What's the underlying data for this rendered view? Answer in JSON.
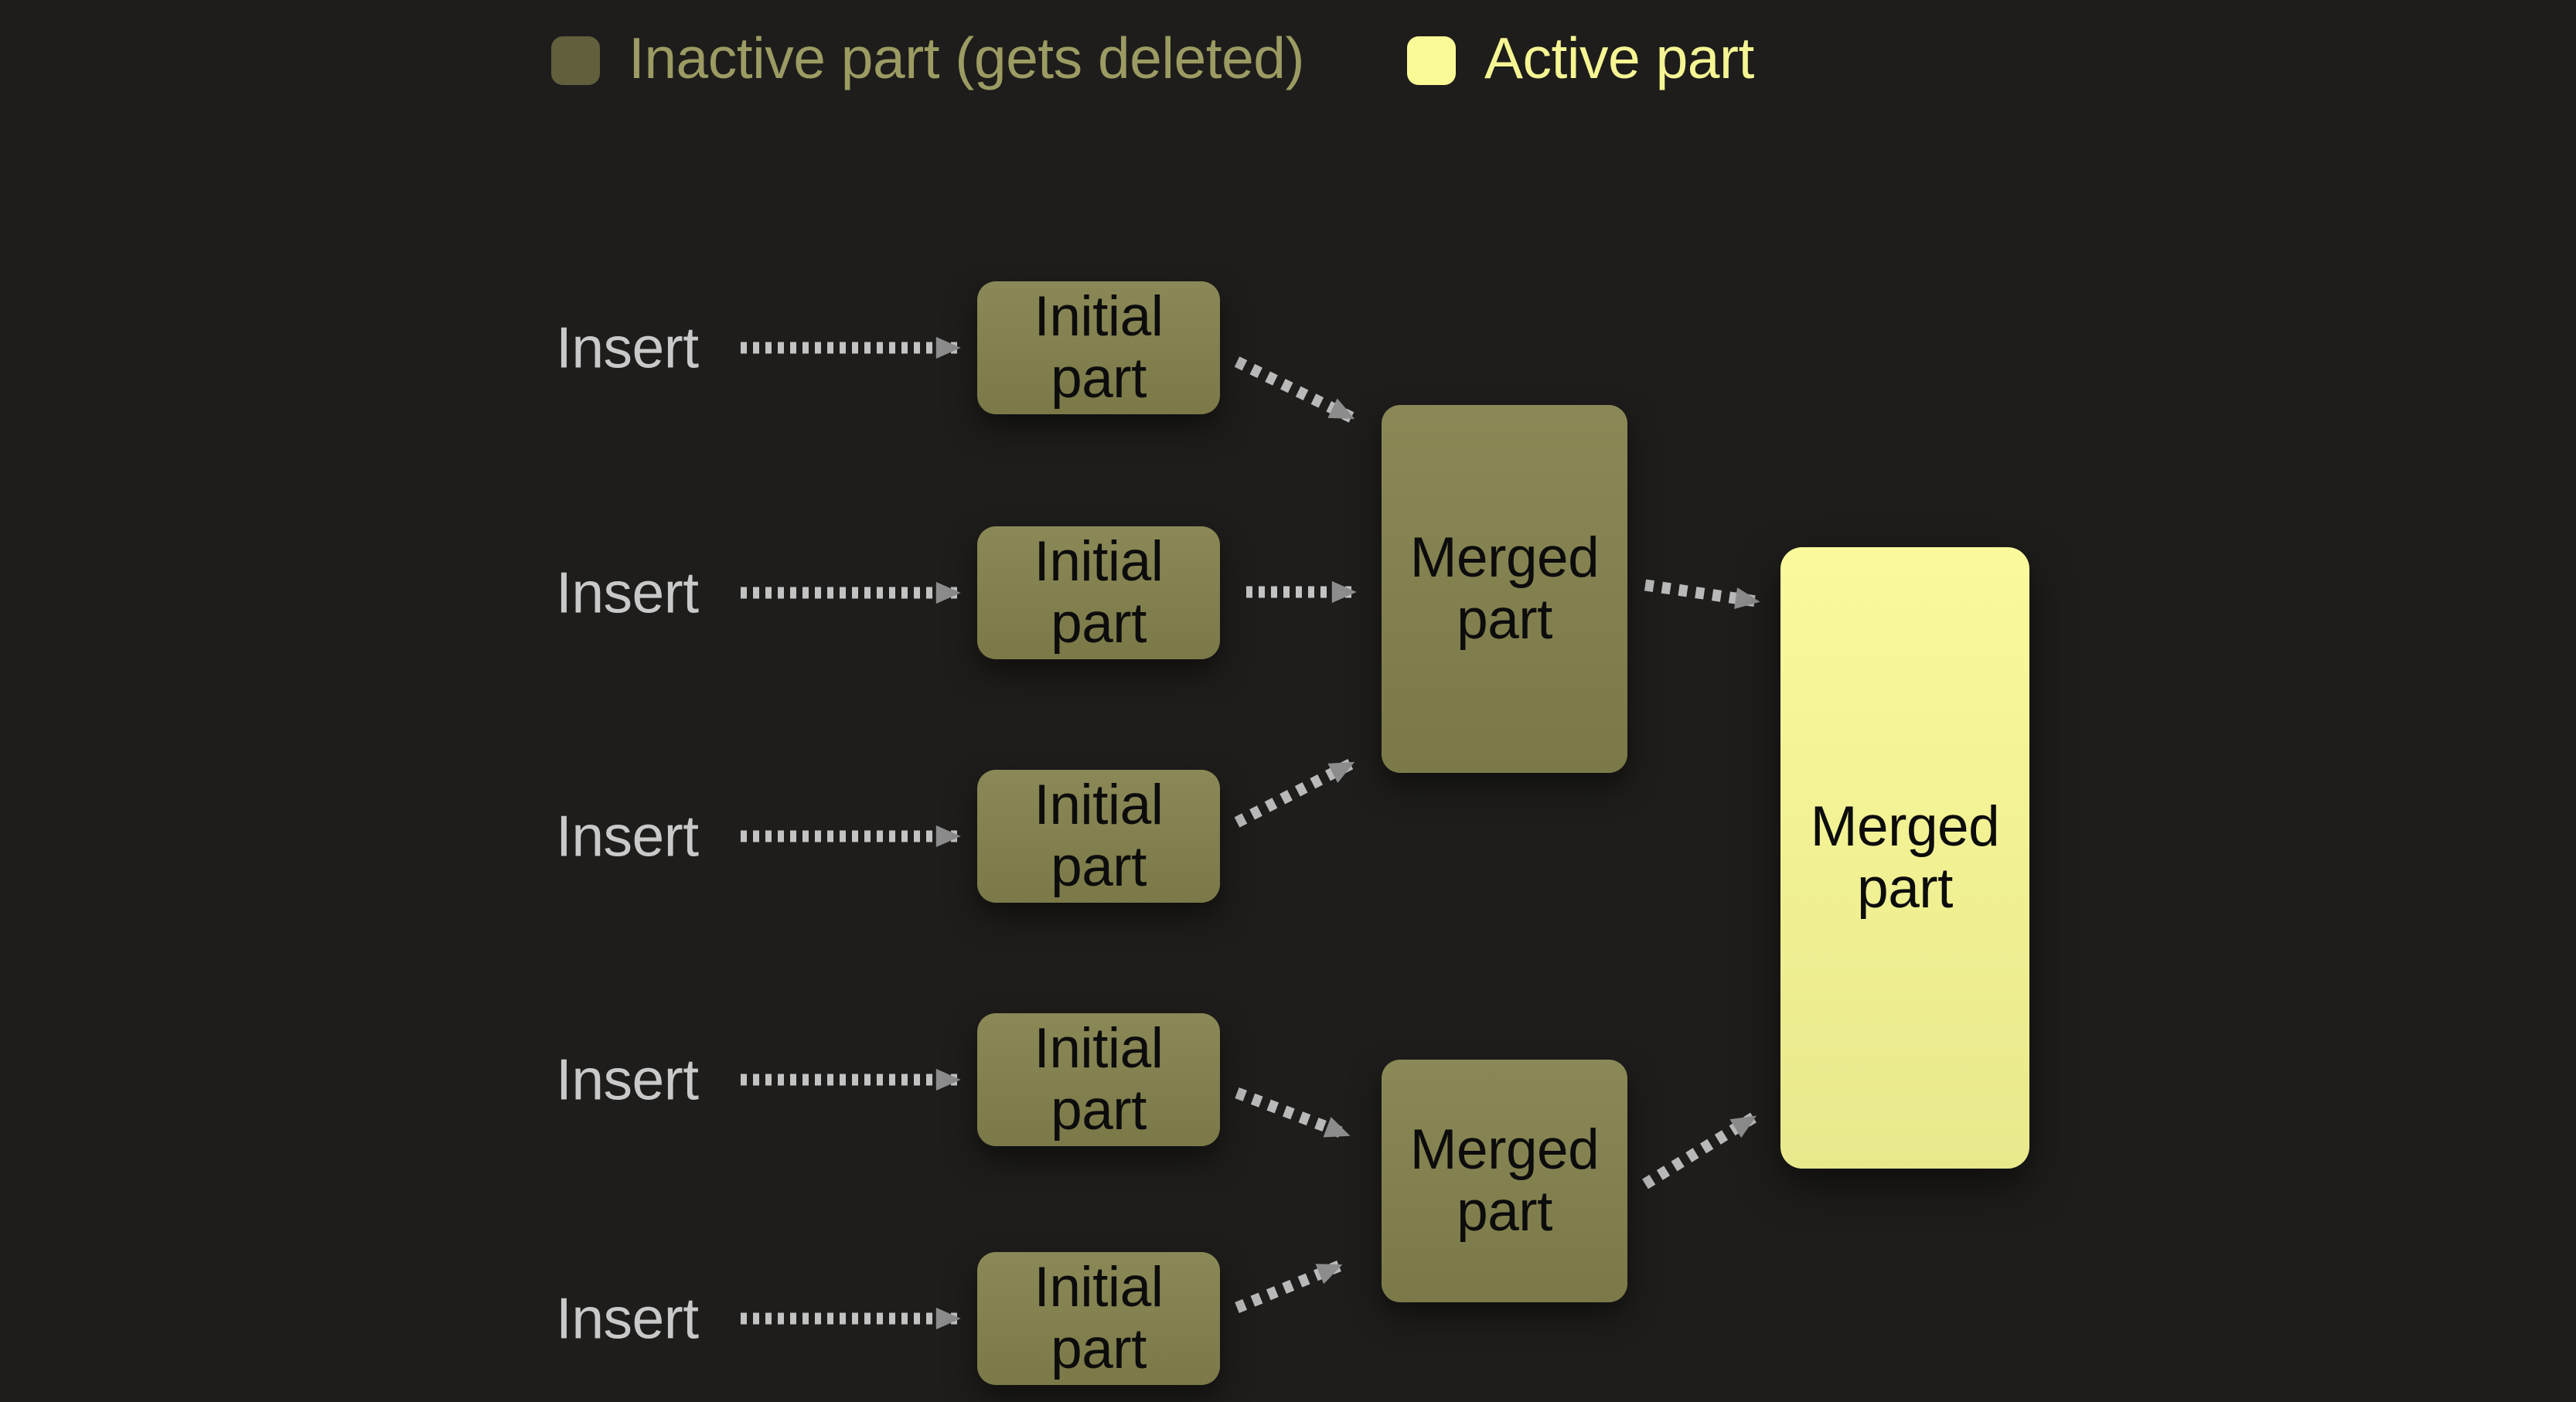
{
  "legend": {
    "inactive": {
      "label": "Inactive part (gets deleted)",
      "swatch_color": "#615f3c",
      "text_color": "#9b9b63"
    },
    "active": {
      "label": "Active part",
      "swatch_color": "#fafa97",
      "text_color": "#f5f594"
    }
  },
  "rows": [
    {
      "insert_label": "Insert",
      "box_label": "Initial\npart"
    },
    {
      "insert_label": "Insert",
      "box_label": "Initial\npart"
    },
    {
      "insert_label": "Insert",
      "box_label": "Initial\npart"
    },
    {
      "insert_label": "Insert",
      "box_label": "Initial\npart"
    },
    {
      "insert_label": "Insert",
      "box_label": "Initial\npart"
    }
  ],
  "nodes": {
    "merged_top": {
      "label": "Merged\npart",
      "state": "inactive"
    },
    "merged_bottom": {
      "label": "Merged\npart",
      "state": "inactive"
    },
    "merged_final": {
      "label": "Merged\npart",
      "state": "active"
    }
  },
  "colors": {
    "background": "#1e1d1b",
    "inactive_box": "#84824d",
    "active_box": "#fafa97",
    "box_text": "#0c0c0c",
    "insert_text": "#c9c9c9",
    "arrow_dash": "#bfbfbf",
    "arrowhead": "#8c8c8c"
  }
}
